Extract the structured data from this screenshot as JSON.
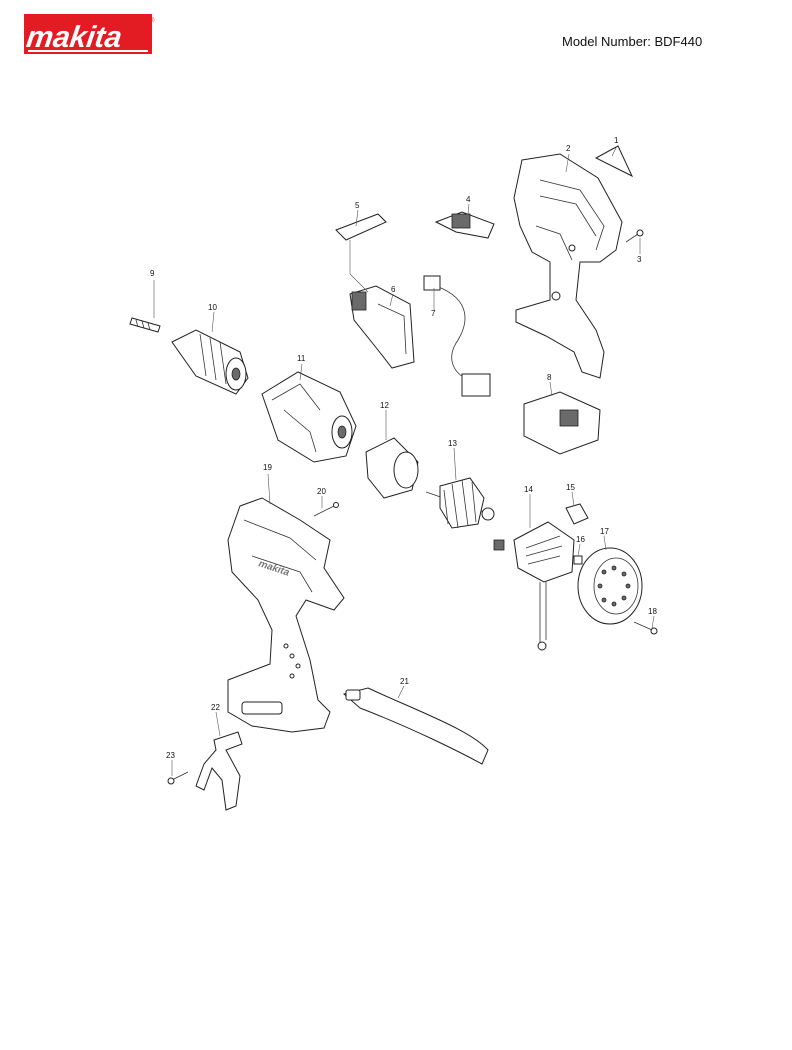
{
  "brand": {
    "wordmark": "makita",
    "registered_mark": "®",
    "color": "#e31b23"
  },
  "model_line": "Model Number: BDF440",
  "callouts": [
    "1",
    "2",
    "3",
    "4",
    "5",
    "6",
    "7",
    "8",
    "9",
    "10",
    "11",
    "12",
    "13",
    "14",
    "15",
    "16",
    "17",
    "18",
    "19",
    "20",
    "21",
    "22",
    "23"
  ]
}
